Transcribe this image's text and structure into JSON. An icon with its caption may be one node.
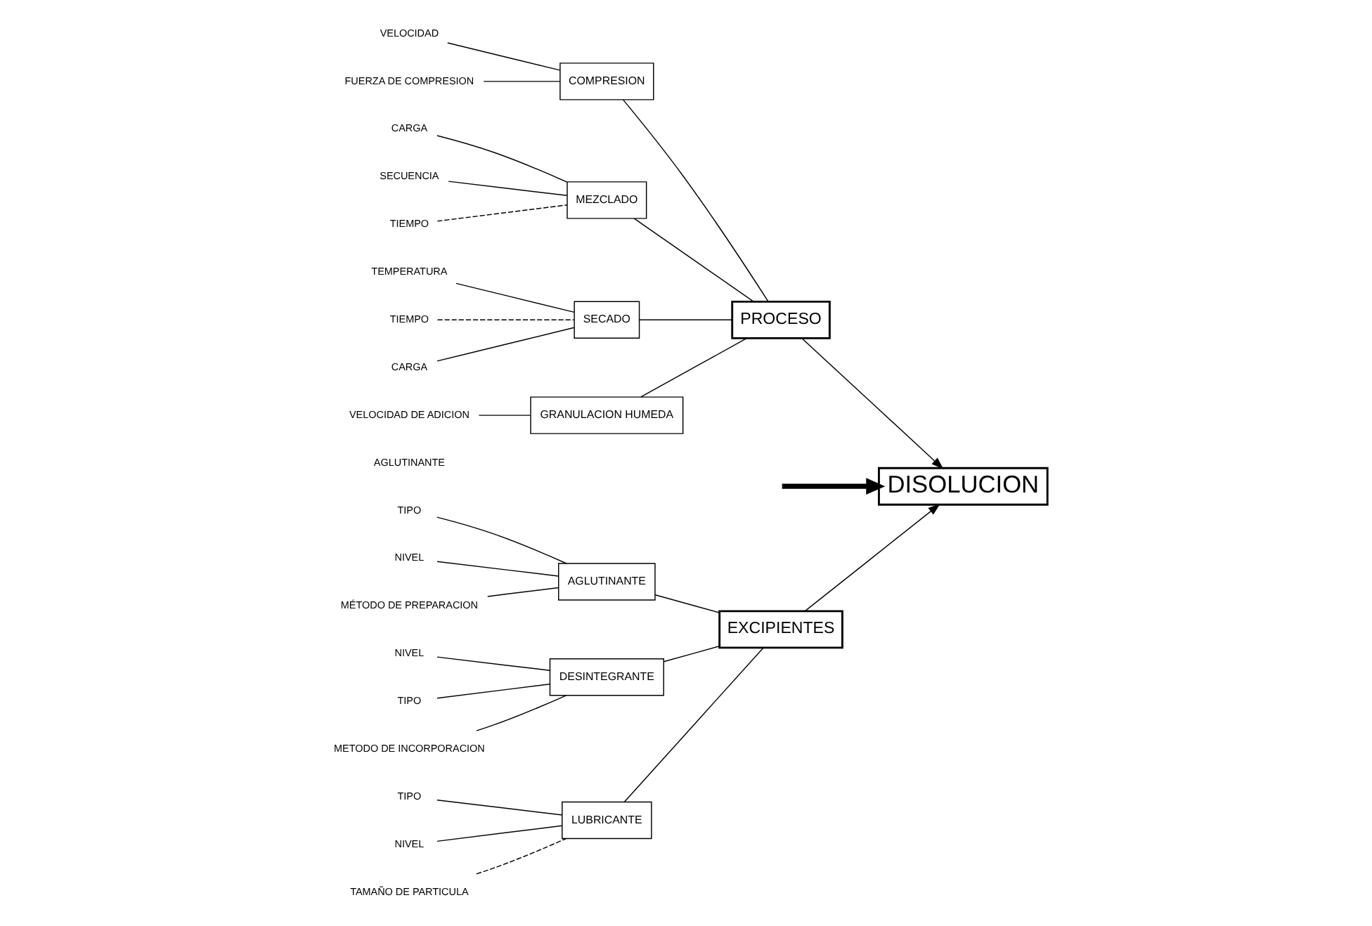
{
  "diagram": {
    "nodes": [
      {
        "text": [
          "EXCIPIENTES"
        ]
      },
      {
        "text": [
          "DISOLUCION"
        ]
      },
      {
        "text": [
          "PROCESO"
        ]
      },
      {
        "text": [
          "AGLUTINANTE"
        ]
      },
      {
        "text": [
          "DESINTEGRANTE"
        ]
      },
      {
        "text": [
          "LUBRICANTE"
        ]
      },
      {
        "text": [
          "COMPRESION"
        ]
      },
      {
        "text": [
          "MEZCLADO"
        ]
      },
      {
        "text": [
          "SECADO"
        ]
      },
      {
        "text": [
          "GRANULACION HUMEDA"
        ]
      },
      {
        "text": [
          "TIPO"
        ]
      },
      {
        "text": [
          "NIVEL"
        ]
      },
      {
        "text": [
          "MÉTODO DE PREPARACION"
        ]
      },
      {
        "text": [
          "NIVEL"
        ]
      },
      {
        "text": [
          "TIPO"
        ]
      },
      {
        "text": [
          "METODO DE INCORPORACION"
        ]
      },
      {
        "text": [
          "TIPO"
        ]
      },
      {
        "text": [
          "NIVEL"
        ]
      },
      {
        "text": [
          "TAMAÑO DE PARTICULA"
        ]
      },
      {
        "text": [
          "VELOCIDAD"
        ]
      },
      {
        "text": [
          "FUERZA DE COMPRESION"
        ]
      },
      {
        "text": [
          "CARGA"
        ]
      },
      {
        "text": [
          "SECUENCIA"
        ]
      },
      {
        "text": [
          "TIEMPO"
        ]
      },
      {
        "text": [
          "TEMPERATURA"
        ]
      },
      {
        "text": [
          "TIEMPO"
        ]
      },
      {
        "text": [
          "CARGA"
        ]
      },
      {
        "text": [
          "VELOCIDAD DE ADICION"
        ]
      }
    ],
    "edges": [
      {
        "from": null,
        "to": 1,
        "arrow": "to",
        "style": "thick"
      },
      {
        "from": 0,
        "to": 1,
        "arrow": "to"
      },
      {
        "from": 2,
        "to": 1,
        "arrow": "to"
      },
      {
        "from": 3,
        "to": 0,
        "arrow": "none"
      },
      {
        "from": 4,
        "to": 0,
        "arrow": "none"
      },
      {
        "from": 5,
        "to": 0,
        "arrow": "none"
      },
      {
        "from": 6,
        "to": 2,
        "arrow": "none"
      },
      {
        "from": 7,
        "to": 2,
        "arrow": "none"
      },
      {
        "from": 8,
        "to": 2,
        "arrow": "none"
      },
      {
        "from": 9,
        "to": 2,
        "arrow": "none"
      },
      {
        "from": 10,
        "to": 3,
        "arrow": "none"
      },
      {
        "from": 11,
        "to": 3,
        "arrow": "none"
      },
      {
        "from": 12,
        "to": 3,
        "arrow": "none"
      },
      {
        "from": 13,
        "to": 4,
        "arrow": "none"
      },
      {
        "from": 14,
        "to": 4,
        "arrow": "none"
      },
      {
        "from": 15,
        "to": 4,
        "arrow": "none"
      },
      {
        "from": 16,
        "to": 5,
        "arrow": "none"
      },
      {
        "from": 17,
        "to": 5,
        "arrow": "none"
      },
      {
        "from": 18,
        "to": 5,
        "arrow": "none",
        "style": "dashed"
      },
      {
        "from": 19,
        "to": 6,
        "arrow": "none"
      },
      {
        "from": 20,
        "to": 6,
        "arrow": "none"
      },
      {
        "from": 21,
        "to": 7,
        "arrow": "none"
      },
      {
        "from": 22,
        "to": 7,
        "arrow": "none"
      },
      {
        "from": 23,
        "to": 7,
        "arrow": "none",
        "style": "dashed"
      },
      {
        "from": 24,
        "to": 8,
        "arrow": "none"
      },
      {
        "from": 25,
        "to": 8,
        "arrow": "none",
        "style": "dashed"
      },
      {
        "from": 26,
        "to": 8,
        "arrow": "none"
      },
      {
        "from": 27,
        "to": 9,
        "arrow": "none"
      }
    ],
    "labels": [
      "AGLUTINANTE"
    ]
  }
}
